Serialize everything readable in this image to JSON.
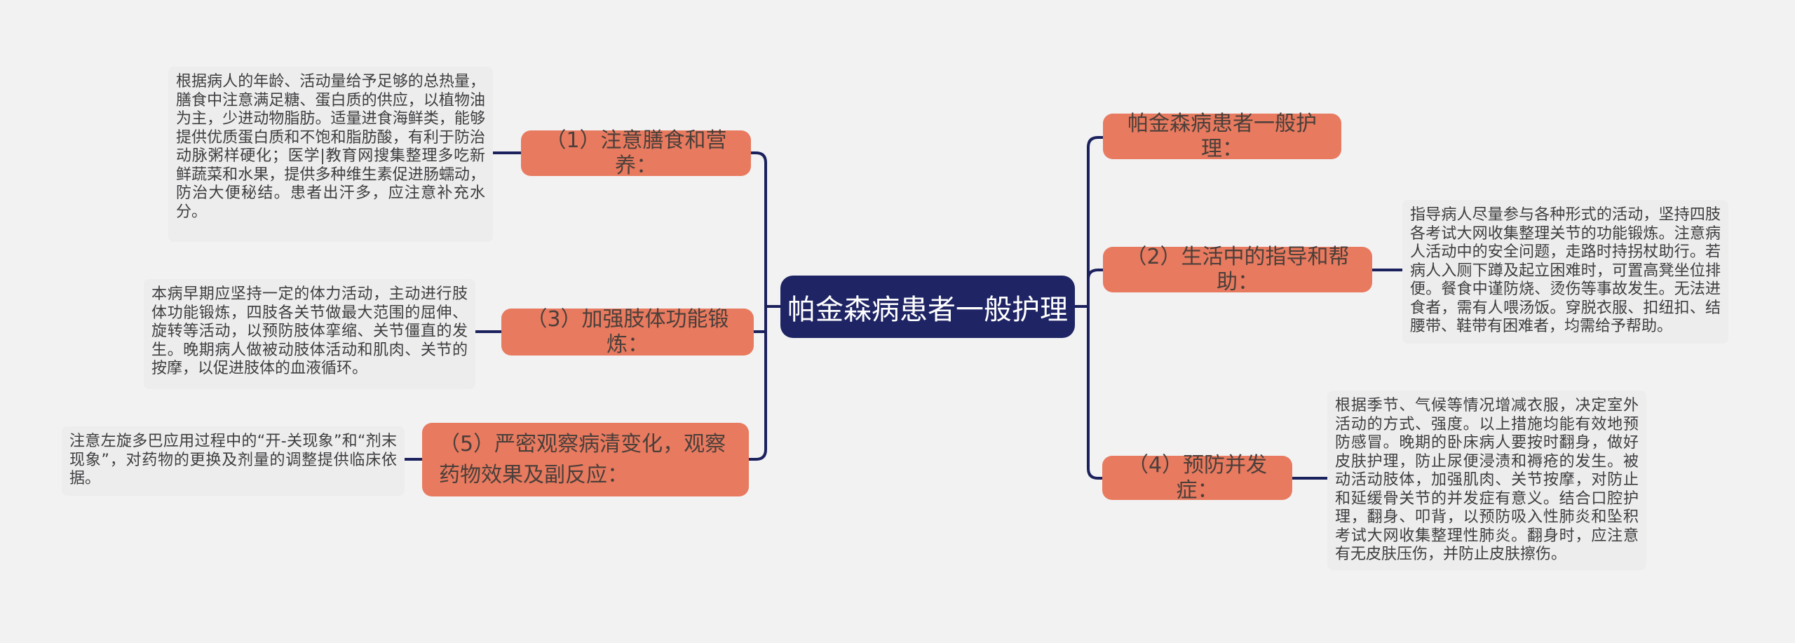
{
  "diagram": {
    "type": "mindmap",
    "topic": "帕金森病患者一般护理",
    "colors": {
      "background": "#f2f2f3",
      "branch_node": "#e87a5f",
      "root_node": "#1e2464",
      "connector": "#1b215c",
      "note_background": "#ededee",
      "note_text": "#3e3e40",
      "node_text": "#4a3f3a",
      "root_text": "#ffffff"
    }
  },
  "root": {
    "label": "帕金森病患者一般护理"
  },
  "left": {
    "nodes": [
      {
        "label": "（1）注意膳食和营养：",
        "note": "根据病人的年龄、活动量给予足够的总热量，膳食中注意满足糖、蛋白质的供应，以植物油为主，少进动物脂肪。适量进食海鲜类，能够提供优质蛋白质和不饱和脂肪酸，有利于防治动脉粥样硬化；医学|教育网搜集整理多吃新鲜蔬菜和水果，提供多种维生素促进肠蠕动，防治大便秘结。患者出汗多，应注意补充水分。"
      },
      {
        "label": "（3）加强肢体功能锻炼：",
        "note": "本病早期应坚持一定的体力活动，主动进行肢体功能锻炼，四肢各关节做最大范围的屈伸、旋转等活动，以预防肢体挛缩、关节僵直的发生。晚期病人做被动肢体活动和肌肉、关节的按摩，以促进肢体的血液循环。"
      },
      {
        "label": "（5）严密观察病清变化，观察药物效果及副反应：",
        "note": "注意左旋多巴应用过程中的“开-关现象”和“剂末现象”，对药物的更换及剂量的调整提供临床依据。"
      }
    ]
  },
  "right": {
    "nodes": [
      {
        "label": "帕金森病患者一般护理：",
        "note": ""
      },
      {
        "label": "（2）生活中的指导和帮助：",
        "note": "指导病人尽量参与各种形式的活动，坚持四肢各考试大网收集整理关节的功能锻炼。注意病人活动中的安全问题，走路时持拐杖助行。若病人入厕下蹲及起立困难时，可置高凳坐位排便。餐食中谨防烧、烫伤等事故发生。无法进食者，需有人喂汤饭。穿脱衣服、扣纽扣、结腰带、鞋带有困难者，均需给予帮助。"
      },
      {
        "label": "（4）预防并发症：",
        "note": "根据季节、气候等情况增减衣服，决定室外活动的方式、强度。以上措施均能有效地预防感冒。晚期的卧床病人要按时翻身，做好皮肤护理，防止尿便浸渍和褥疮的发生。被动活动肢体，加强肌肉、关节按摩，对防止和延缓骨关节的并发症有意义。结合口腔护理，翻身、叩背，以预防吸入性肺炎和坠积考试大网收集整理性肺炎。翻身时，应注意有无皮肤压伤，并防止皮肤擦伤。"
      }
    ]
  }
}
